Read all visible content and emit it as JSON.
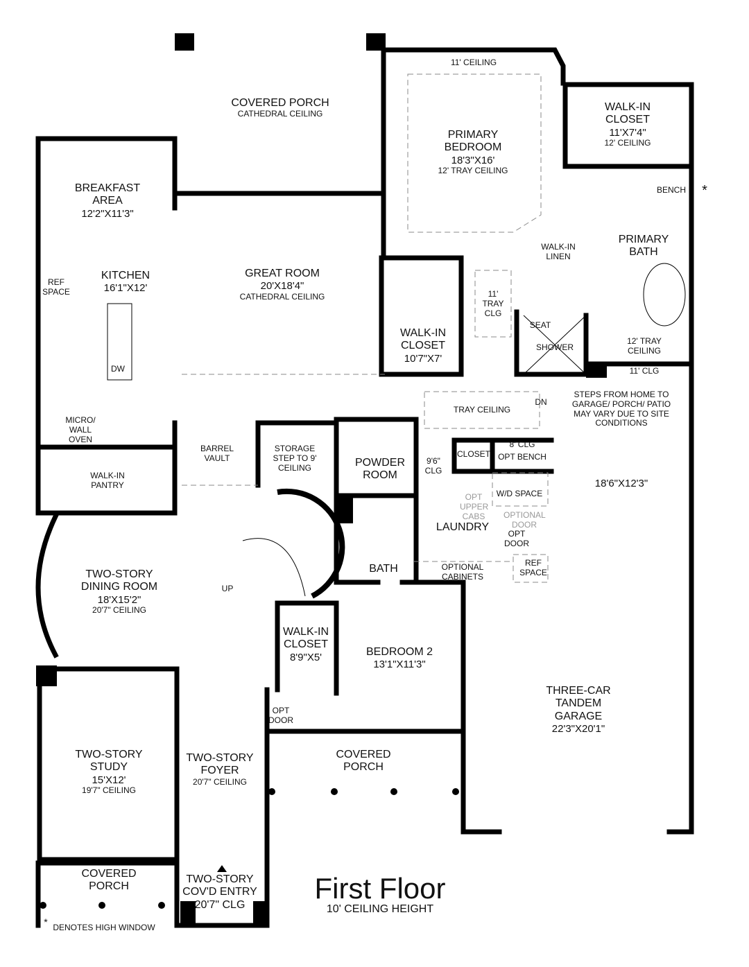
{
  "title": "First Floor",
  "subtitle": "10' CEILING HEIGHT",
  "footnote": "DENOTES HIGH WINDOW",
  "asterisk": "*",
  "rooms": {
    "rear_porch": {
      "name": "COVERED PORCH",
      "note": "CATHEDRAL CEILING"
    },
    "primary_ceiling": "11' CEILING",
    "primary_bedroom": {
      "name": "PRIMARY BEDROOM",
      "dims": "18'3\"X16'",
      "note": "12' TRAY CEILING"
    },
    "primary_closet": {
      "name": "WALK-IN CLOSET",
      "dims": "11'X7'4\"",
      "note": "12' CEILING"
    },
    "bench": "BENCH",
    "breakfast": {
      "name": "BREAKFAST AREA",
      "dims": "12'2\"X11'3\""
    },
    "kitchen": {
      "name": "KITCHEN",
      "dims": "16'1\"X12'"
    },
    "ref_space_kitchen": "REF SPACE",
    "dw": "DW",
    "micro_oven": "MICRO/ WALL OVEN",
    "great_room": {
      "name": "GREAT ROOM",
      "dims": "20'X18'4\"",
      "note": "CATHEDRAL CEILING"
    },
    "walkin_linen": "WALK-IN LINEN",
    "primary_bath": {
      "name": "PRIMARY BATH",
      "note": "12' TRAY CEILING",
      "clg": "11' CLG"
    },
    "tray_clg_11": "11' TRAY CLG",
    "walkin_closet2": {
      "name": "WALK-IN CLOSET",
      "dims": "10'7\"X7'"
    },
    "seat": "SEAT",
    "shower": "SHOWER",
    "tray_ceiling": "TRAY CEILING",
    "dn": "DN",
    "steps_note": "STEPS FROM HOME TO GARAGE/ PORCH/ PATIO MAY VARY DUE TO SITE CONDITIONS",
    "garage_dims_1": "18'6\"X12'3\"",
    "barrel_vault": "BARREL VAULT",
    "storage": "STORAGE STEP TO 9' CEILING",
    "powder": "POWDER ROOM",
    "clg_96": "9'6\" CLG",
    "closet": "CLOSET",
    "clg_8": "8' CLG",
    "opt_bench": "OPT BENCH",
    "pantry": "WALK-IN PANTRY",
    "wd_space": "W/D SPACE",
    "opt_upper_cabs": "OPT UPPER CABS",
    "laundry": "LAUNDRY",
    "optional_door": "OPTIONAL DOOR",
    "opt_door": "OPT DOOR",
    "optional_cabinets": "OPTIONAL CABINETS",
    "ref_space_laundry": "REF SPACE",
    "bath": "BATH",
    "up": "UP",
    "dining": {
      "name": "TWO-STORY DINING ROOM",
      "dims": "18'X15'2\"",
      "note": "20'7\" CEILING"
    },
    "walkin_closet3": {
      "name": "WALK-IN CLOSET",
      "dims": "8'9\"X5'"
    },
    "bedroom2": {
      "name": "BEDROOM 2",
      "dims": "13'1\"X11'3\""
    },
    "garage": {
      "name": "THREE-CAR TANDEM GARAGE",
      "dims": "22'3\"X20'1\""
    },
    "opt_door_bed": "OPT DOOR",
    "front_porch": {
      "name": "COVERED PORCH"
    },
    "study": {
      "name": "TWO-STORY STUDY",
      "dims": "15'X12'",
      "note": "19'7\" CEILING"
    },
    "foyer": {
      "name": "TWO-STORY FOYER",
      "note": "20'7\" CEILING"
    },
    "left_porch": {
      "name": "COVERED PORCH"
    },
    "entry": {
      "name": "TWO-STORY COV'D ENTRY",
      "note": "20'7\" CLG"
    }
  }
}
